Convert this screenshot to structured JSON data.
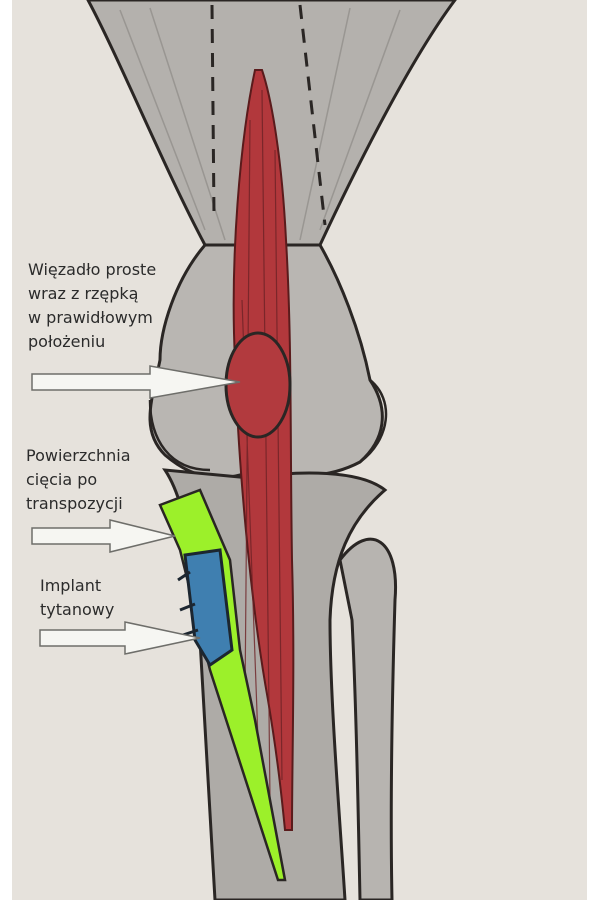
{
  "labels": {
    "ligament": {
      "lines": [
        "Więzadło proste",
        "wraz z rzępką",
        "w prawidłowym",
        "położeniu"
      ]
    },
    "cut_surface": {
      "lines": [
        "Powierzchnia",
        "cięcia po",
        "transpozycji"
      ]
    },
    "implant": {
      "lines": [
        "Implant",
        "tytanowy"
      ]
    }
  },
  "colors": {
    "paper": "#e7e3dd",
    "bone": "#a9a7a4",
    "bone_light": "#c9c6c1",
    "ligament": "#b2383c",
    "osteotomy": "#9cf02a",
    "implant": "#3f7fb0",
    "outline": "#2a2624",
    "arrow": "#f6f6f2"
  }
}
